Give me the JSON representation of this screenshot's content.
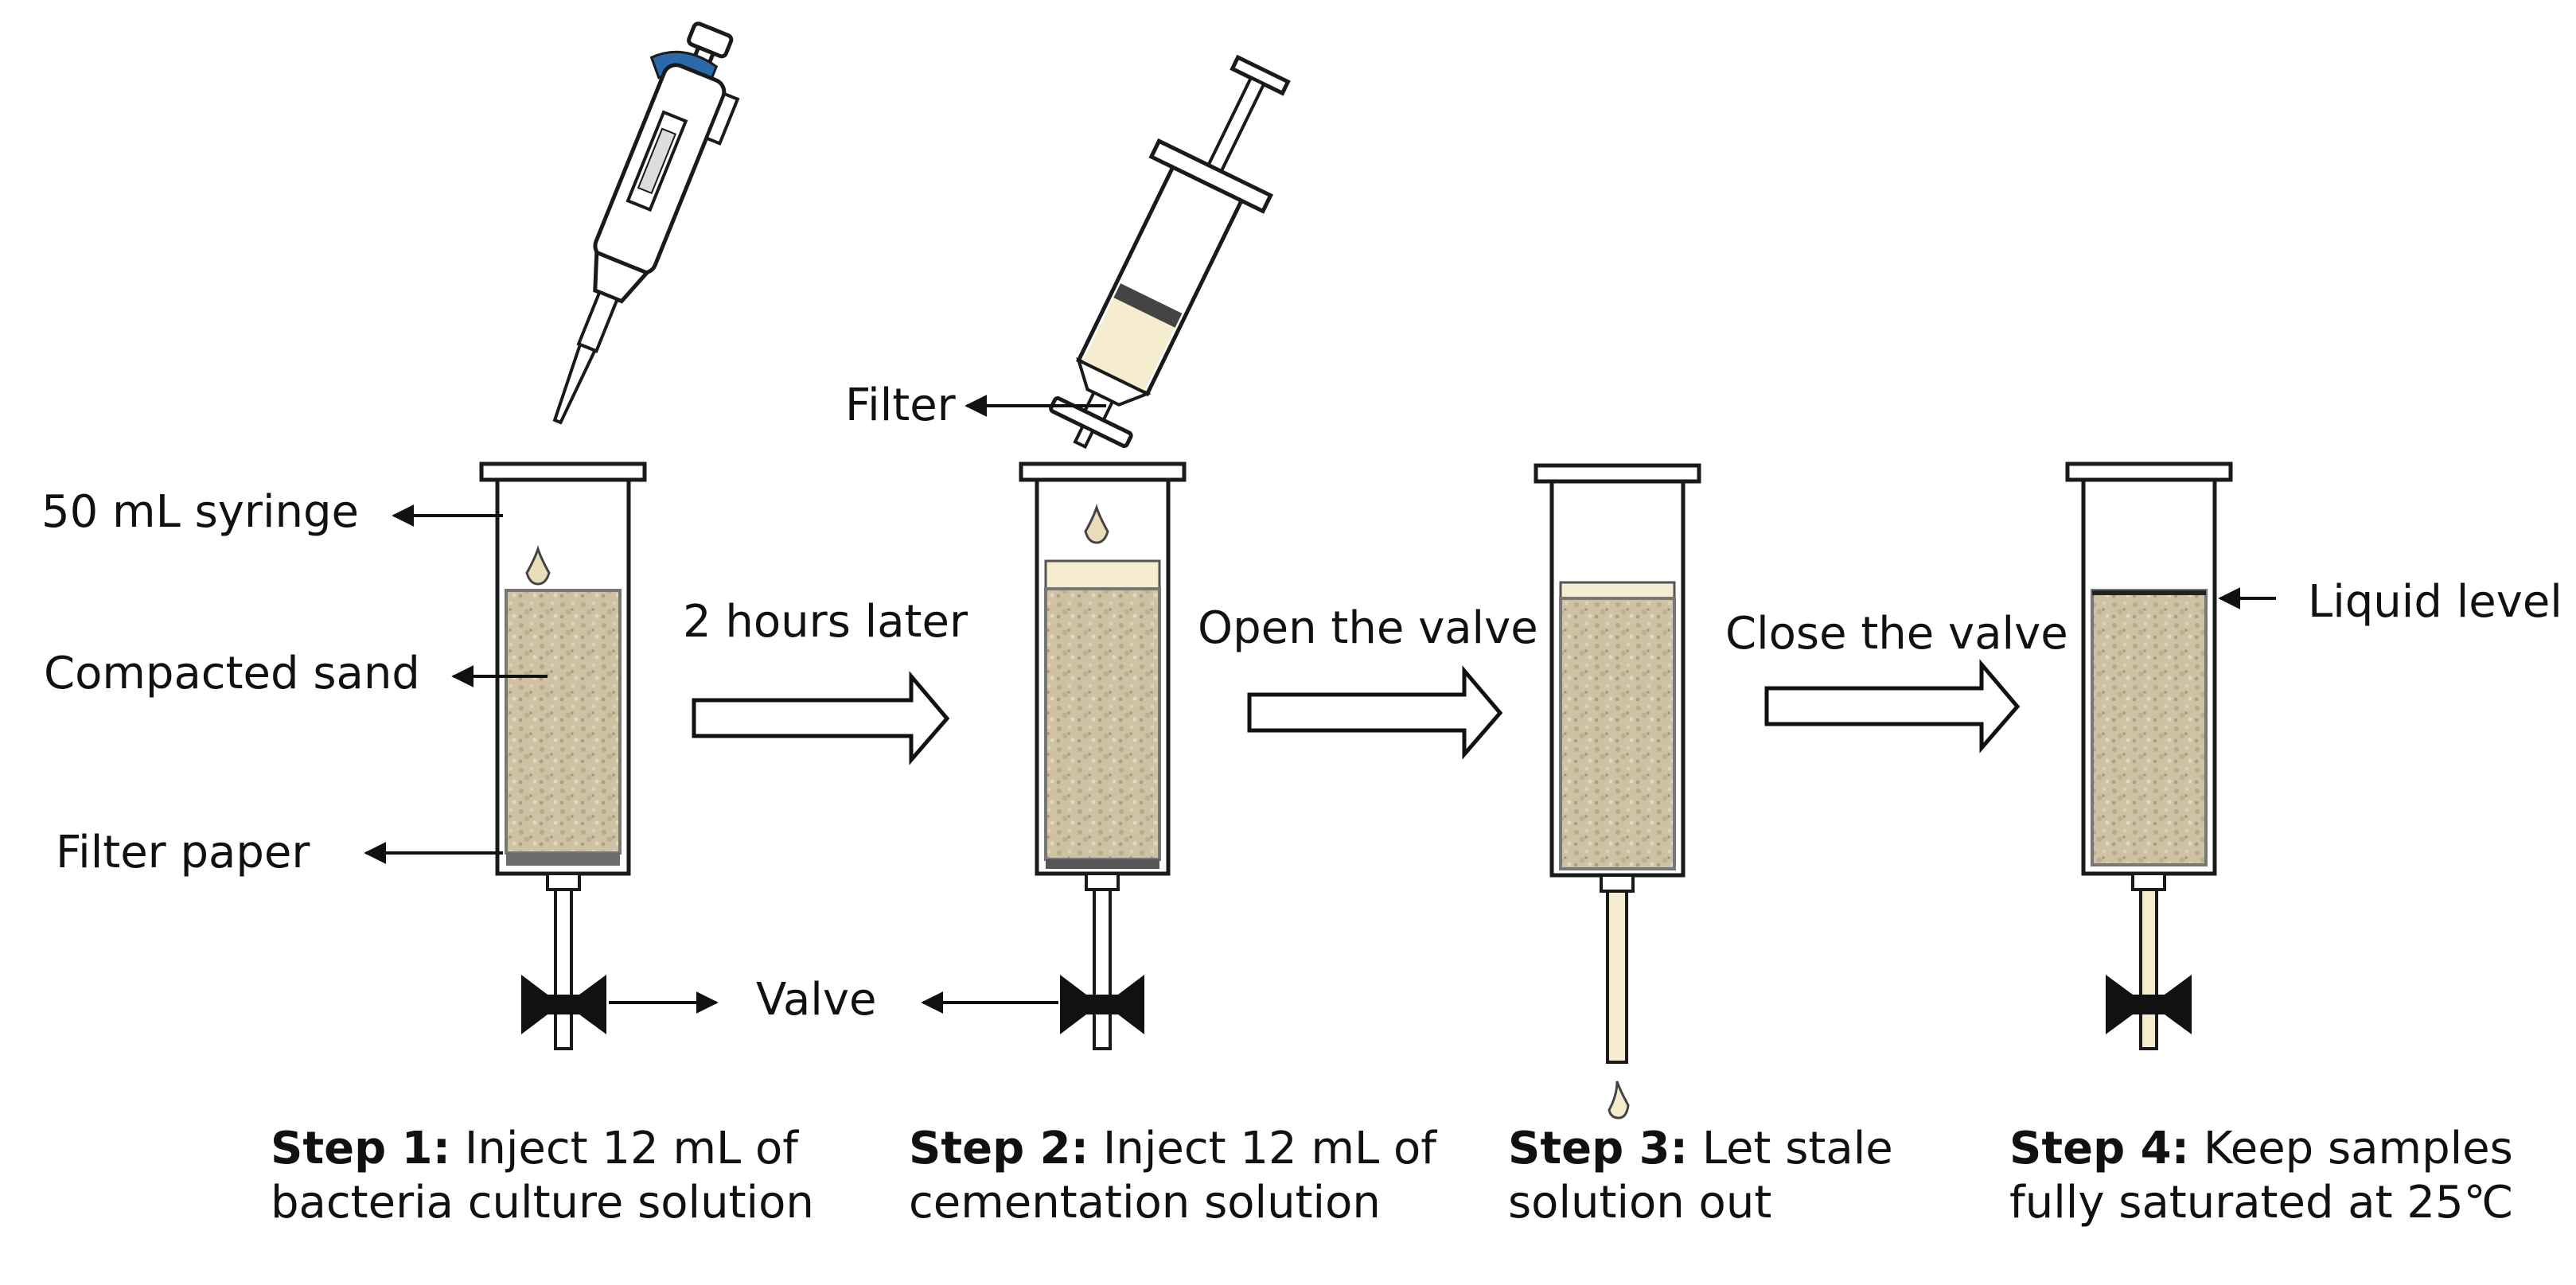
{
  "labels": {
    "syringe": "50 mL syringe",
    "sand": "Compacted sand",
    "filter_paper": "Filter paper",
    "filter": "Filter",
    "valve": "Valve",
    "liquid_level": "Liquid level"
  },
  "transitions": {
    "t1": "2 hours later",
    "t2": "Open the valve",
    "t3": "Close the valve"
  },
  "steps": [
    {
      "title": "Step 1:",
      "line1_rest": " Inject 12 mL of",
      "line2": "bacteria culture solution"
    },
    {
      "title": "Step 2:",
      "line1_rest": " Inject 12 mL of",
      "line2": "cementation solution"
    },
    {
      "title": "Step 3:",
      "line1_rest": " Let stale",
      "line2": "solution out"
    },
    {
      "title": "Step 4:",
      "line1_rest": " Keep samples",
      "line2": "fully saturated at 25℃"
    }
  ],
  "colors": {
    "sand": "#cfc2a4",
    "sand_dark": "#b3a683",
    "outline": "#1a1a1a",
    "liquid": "#f6ecd0",
    "pipette_blue": "#2b6aa8",
    "valve": "#111111"
  }
}
